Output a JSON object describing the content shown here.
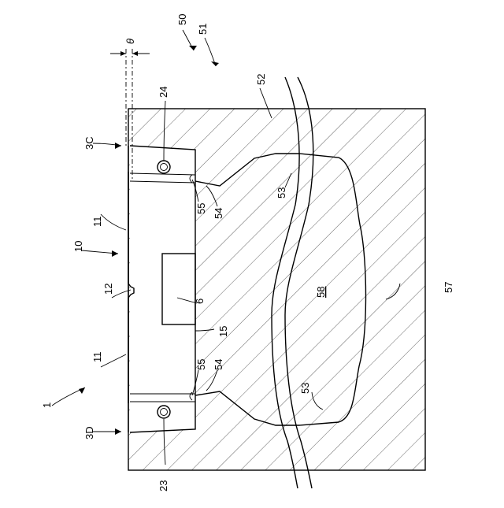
{
  "figure": {
    "labels": {
      "ref_50": "50",
      "ref_51": "51",
      "ref_52": "52",
      "ref_53_top": "53",
      "ref_53_bottom": "53",
      "ref_54_top": "54",
      "ref_54_bottom": "54",
      "ref_55_top": "55",
      "ref_55_bottom": "55",
      "ref_57": "57",
      "ref_58": "58",
      "ref_24": "24",
      "ref_23": "23",
      "ref_3C": "3C",
      "ref_3D": "3D",
      "ref_10": "10",
      "ref_11_top": "11",
      "ref_11_bottom": "11",
      "ref_12": "12",
      "ref_15": "15",
      "ref_6": "6",
      "ref_1": "1",
      "theta": "θ"
    }
  }
}
